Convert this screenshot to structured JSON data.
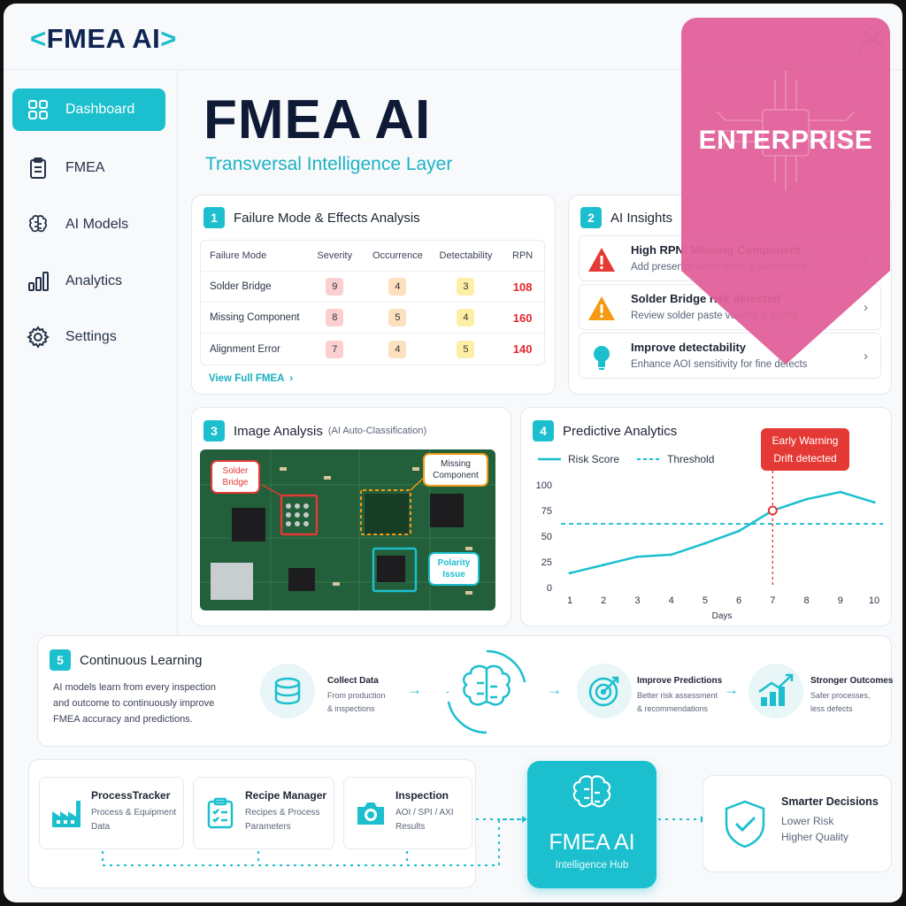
{
  "app": {
    "logo_left": "<",
    "logo_text": "FMEA AI",
    "logo_right": ">"
  },
  "sidebar": {
    "items": [
      {
        "label": "Dashboard",
        "icon": "grid-icon",
        "active": true
      },
      {
        "label": "FMEA",
        "icon": "clipboard-icon"
      },
      {
        "label": "AI Models",
        "icon": "brain-icon"
      },
      {
        "label": "Analytics",
        "icon": "bar-chart-icon"
      },
      {
        "label": "Settings",
        "icon": "gear-icon"
      }
    ]
  },
  "header": {
    "title": "FMEA AI",
    "subtitle": "Transversal Intelligence Layer"
  },
  "fmea": {
    "number": "1",
    "title": "Failure Mode & Effects Analysis",
    "columns": [
      "Failure Mode",
      "Severity",
      "Occurrence",
      "Detectability",
      "RPN"
    ],
    "rows": [
      {
        "mode": "Solder Bridge",
        "severity": "9",
        "occurrence": "4",
        "detectability": "3",
        "rpn": "108"
      },
      {
        "mode": "Missing Component",
        "severity": "8",
        "occurrence": "5",
        "detectability": "4",
        "rpn": "160"
      },
      {
        "mode": "Alignment Error",
        "severity": "7",
        "occurrence": "4",
        "detectability": "5",
        "rpn": "140"
      }
    ],
    "link": "View Full FMEA"
  },
  "insights": {
    "number": "2",
    "title": "AI Insights",
    "items": [
      {
        "title": "High RPN: Missing Component",
        "sub": "Add presence verification & auto-check",
        "icon": "alert-red-icon"
      },
      {
        "title": "Solder Bridge risk detected",
        "sub": "Review solder paste volume & profile",
        "icon": "warning-orange-icon"
      },
      {
        "title": "Improve detectability",
        "sub": "Enhance AOI sensitivity for fine defects",
        "icon": "lightbulb-icon"
      }
    ]
  },
  "image_analysis": {
    "number": "3",
    "title": "Image Analysis",
    "subtitle": "(AI Auto-Classification)",
    "callouts": [
      "Solder Bridge",
      "Missing Component",
      "Polarity Issue"
    ]
  },
  "predictive": {
    "number": "4",
    "title": "Predictive Analytics",
    "legend": [
      "Risk Score",
      "Threshold"
    ],
    "warning": [
      "Early Warning",
      "Drift detected"
    ],
    "xlabel": "Days"
  },
  "chart_data": {
    "type": "line",
    "x": [
      1,
      2,
      3,
      4,
      5,
      6,
      7,
      8,
      9,
      10
    ],
    "series": [
      {
        "name": "Risk Score",
        "values": [
          14,
          22,
          30,
          32,
          43,
          55,
          75,
          86,
          93,
          83
        ]
      },
      {
        "name": "Threshold",
        "values": [
          62,
          62,
          62,
          62,
          62,
          62,
          62,
          62,
          62,
          62
        ]
      }
    ],
    "ylim": [
      0,
      100
    ],
    "yticks": [
      0,
      25,
      50,
      75,
      100
    ],
    "xlabel": "Days",
    "colors": {
      "risk": "#1cbfce",
      "threshold": "#1cbfce",
      "warning": "#e53935"
    }
  },
  "learning": {
    "number": "5",
    "title": "Continuous Learning",
    "desc": [
      "AI models learn from every inspection",
      "and outcome to continuously improve",
      "FMEA accuracy and predictions."
    ],
    "steps": [
      {
        "title": "Collect Data",
        "sub": [
          "From production",
          "& inspections"
        ]
      },
      {
        "title": "Improve Predictions",
        "sub": [
          "Better risk assessment",
          "& recommendations"
        ]
      },
      {
        "title": "Stronger Outcomes",
        "sub": [
          "Safer processes,",
          "less defects"
        ]
      }
    ]
  },
  "sources": [
    {
      "title": "ProcessTracker",
      "sub": [
        "Process & Equipment",
        "Data"
      ]
    },
    {
      "title": "Recipe Manager",
      "sub": [
        "Recipes & Process",
        "Parameters"
      ]
    },
    {
      "title": "Inspection",
      "sub": [
        "AOI / SPI / AXI",
        "Results"
      ]
    }
  ],
  "hub": {
    "title": "FMEA AI",
    "sub": "Intelligence Hub"
  },
  "outcome": {
    "title": "Smarter Decisions",
    "sub": [
      "Lower Risk",
      "Higher Quality"
    ]
  },
  "overlay": {
    "label": "ENTERPRISE",
    "color": "#e0609a"
  }
}
